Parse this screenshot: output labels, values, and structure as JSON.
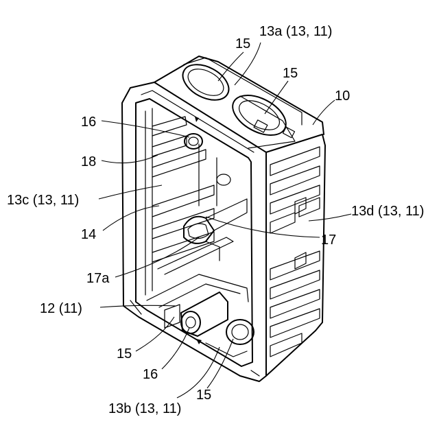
{
  "figure": {
    "labels": {
      "l15_top": "15",
      "l13a": "13a (13, 11)",
      "l15_upper": "15",
      "l10": "10",
      "l16_left": "16",
      "l18": "18",
      "l13c": "13c (13, 11)",
      "l14": "14",
      "l13d": "13d (13, 11)",
      "l17": "17",
      "l17a": "17a",
      "l12": "12 (11)",
      "l15_bottom_left": "15",
      "l16_bottom": "16",
      "l15_bottom_right": "15",
      "l13b": "13b (13, 11)"
    }
  }
}
